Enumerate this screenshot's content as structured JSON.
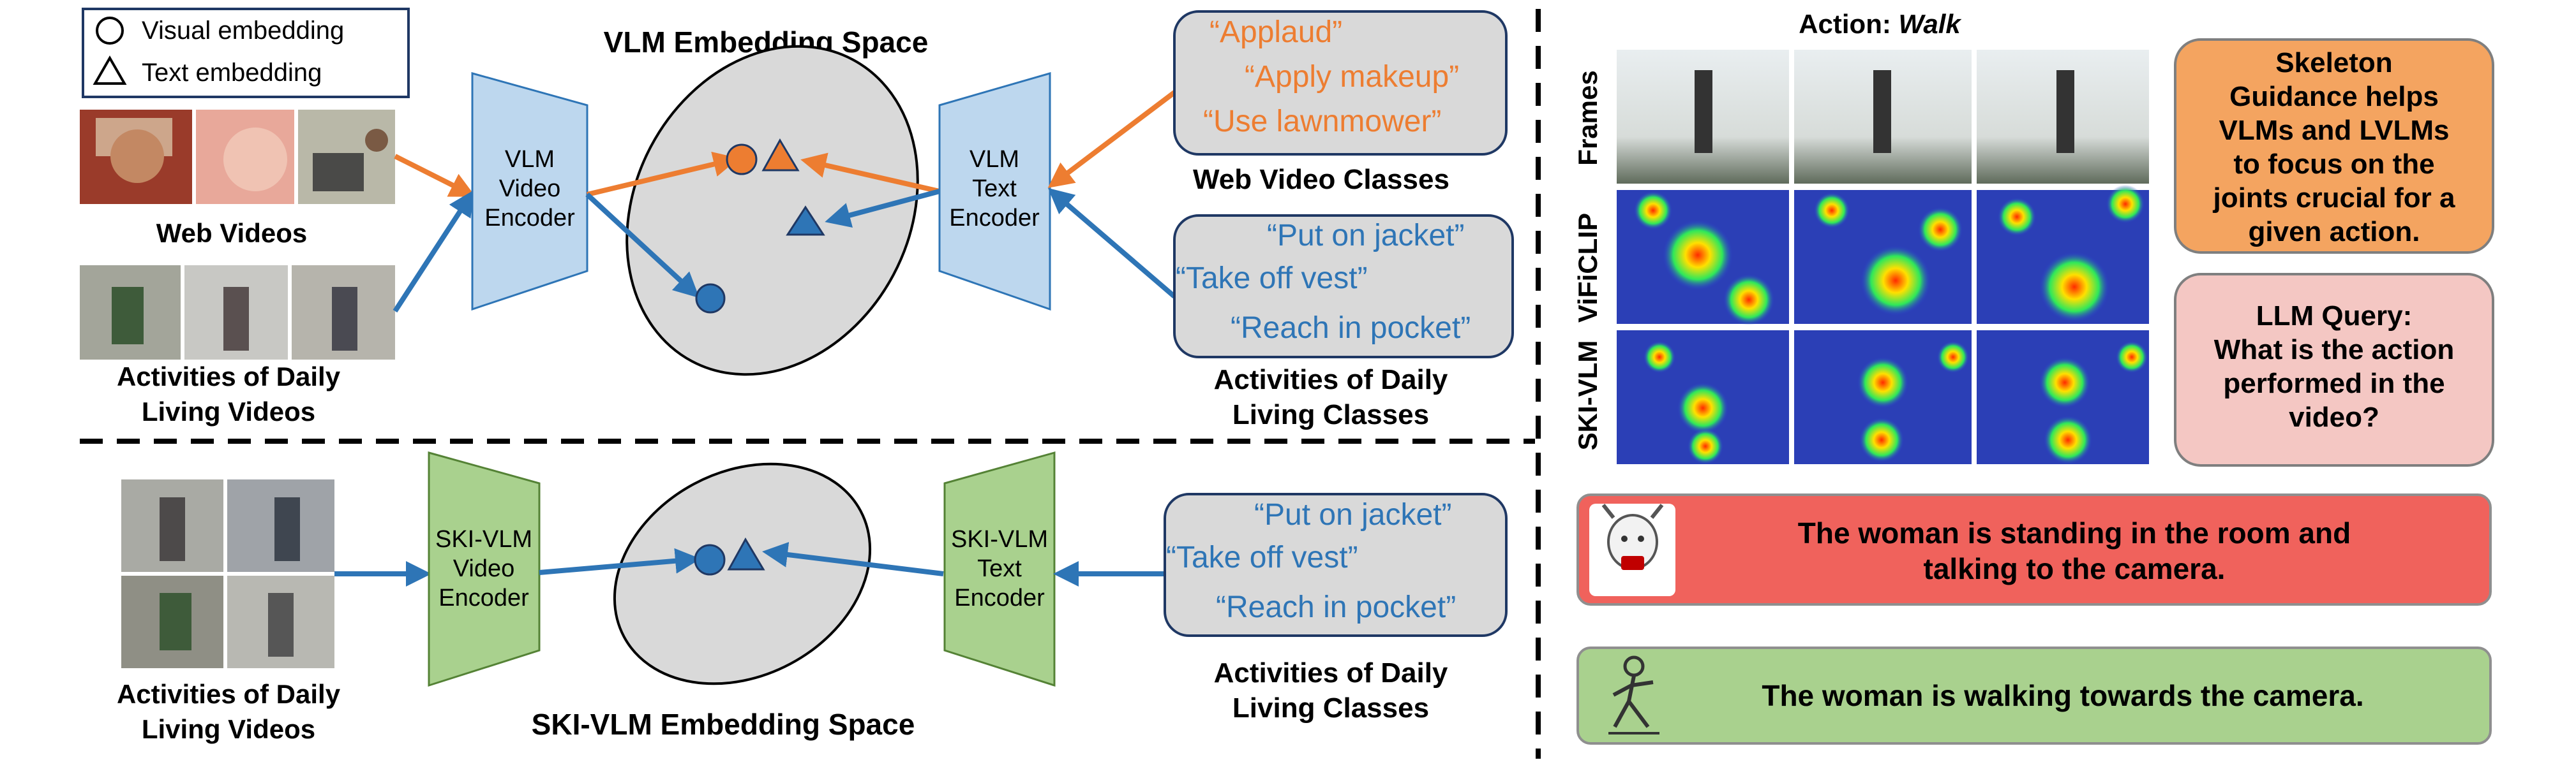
{
  "legend": {
    "visual": "Visual embedding",
    "text": "Text embedding"
  },
  "top": {
    "space_title": "VLM Embedding Space",
    "web_videos_label": "Web Videos",
    "adl_videos_label": [
      "Activities of Daily",
      "Living Videos"
    ],
    "video_encoder": [
      "VLM",
      "Video",
      "Encoder"
    ],
    "text_encoder": [
      "VLM",
      "Text",
      "Encoder"
    ],
    "web_classes": [
      "“Applaud”",
      "“Apply makeup”",
      "“Use lawnmower”"
    ],
    "web_classes_label": "Web Video Classes",
    "adl_classes": [
      "“Put on jacket”",
      "“Take off vest”",
      "“Reach in pocket”"
    ],
    "adl_classes_label": [
      "Activities of Daily",
      "Living Classes"
    ]
  },
  "bottom": {
    "space_title": "SKI-VLM Embedding Space",
    "adl_videos_label": [
      "Activities of Daily",
      "Living Videos"
    ],
    "video_encoder": [
      "SKI-VLM",
      "Video",
      "Encoder"
    ],
    "text_encoder": [
      "SKI-VLM",
      "Text",
      "Encoder"
    ],
    "adl_classes": [
      "“Put on jacket”",
      "“Take off vest”",
      "“Reach in pocket”"
    ],
    "adl_classes_label": [
      "Activities of Daily",
      "Living Classes"
    ]
  },
  "right": {
    "action_prefix": "Action: ",
    "action_name": "Walk",
    "row_labels": [
      "Frames",
      "ViFiCLIP",
      "SKI-VLM"
    ],
    "skeleton_box": [
      "Skeleton",
      "Guidance helps",
      "VLMs and LVLMs",
      "to focus on the",
      "joints crucial for a",
      "given action."
    ],
    "llm_box": [
      "LLM Query:",
      "What is the action",
      "performed in the",
      "video?"
    ],
    "red_answer": [
      "The woman is standing in the room and",
      "talking to the camera."
    ],
    "green_answer": "The woman is walking towards the camera."
  },
  "colors": {
    "orange": "#ED7D31",
    "blue": "#2E75B6",
    "vlm_encoder": "#BDD7EE",
    "ski_encoder": "#A9D18E",
    "skeleton_box": "#F4A460",
    "llm_box": "#F4C7C3",
    "red_answer": "#F0625C",
    "green_answer": "#A9D18E"
  }
}
